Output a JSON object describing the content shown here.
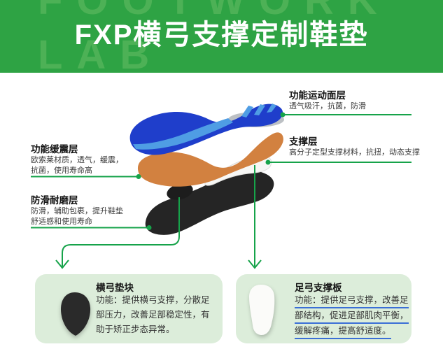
{
  "header": {
    "title": "FXP横弓支撑定制鞋垫",
    "watermark_line1": "FOOTWORK",
    "watermark_line2": "LAB"
  },
  "callouts": {
    "surface": {
      "title": "功能运动面层",
      "desc": "透气吸汗，抗菌，防滑"
    },
    "support": {
      "title": "支撑层",
      "desc": "高分子定型支撑材料，抗扭，动态支撑"
    },
    "cushion": {
      "title": "功能缓震层",
      "desc_line1": "欧索莱材质，透气，缓震，",
      "desc_line2": "抗菌，使用寿命高"
    },
    "antislip": {
      "title": "防滑耐磨层",
      "desc_line1": "防滑，辅助包裹，提升鞋垫",
      "desc_line2": "舒适感和使用寿命"
    }
  },
  "detail_cards": {
    "arch_pad": {
      "title": "横弓垫块",
      "desc_line1": "功能：提供横弓支撑，分散足",
      "desc_line2": "部压力，改善足部稳定性，有",
      "desc_line3": "助于矫正步态异常。",
      "icon": "arch-pad-teardrop"
    },
    "arch_plate": {
      "title": "足弓支撑板",
      "desc_line1": "功能：提供足弓支撑，改善足",
      "desc_line2": "部结构，促进足部肌肉平衡，",
      "desc_line3": "缓解疼痛，提高舒适度。",
      "icon": "arch-plate-insole"
    }
  },
  "diagram": {
    "layers": [
      {
        "name": "功能运动面层",
        "color": "#1f3ecb"
      },
      {
        "name": "功能缓震层",
        "color": "#d28140"
      },
      {
        "name": "支撑层",
        "color": "#f7f7f5"
      },
      {
        "name": "防滑耐磨层",
        "color": "#252525"
      }
    ]
  },
  "colors": {
    "header_bg": "#2ea344",
    "watermark": "#4db156",
    "connector_green": "#16a34a",
    "card_bg": "#dcedda",
    "underline_blue": "#3b6fd6",
    "insole_blue": "#1f3ecb",
    "insole_blue_stripe": "#4f9de4",
    "insole_orange": "#d28140",
    "insole_white": "#f7f7f5",
    "insole_black": "#252525"
  }
}
